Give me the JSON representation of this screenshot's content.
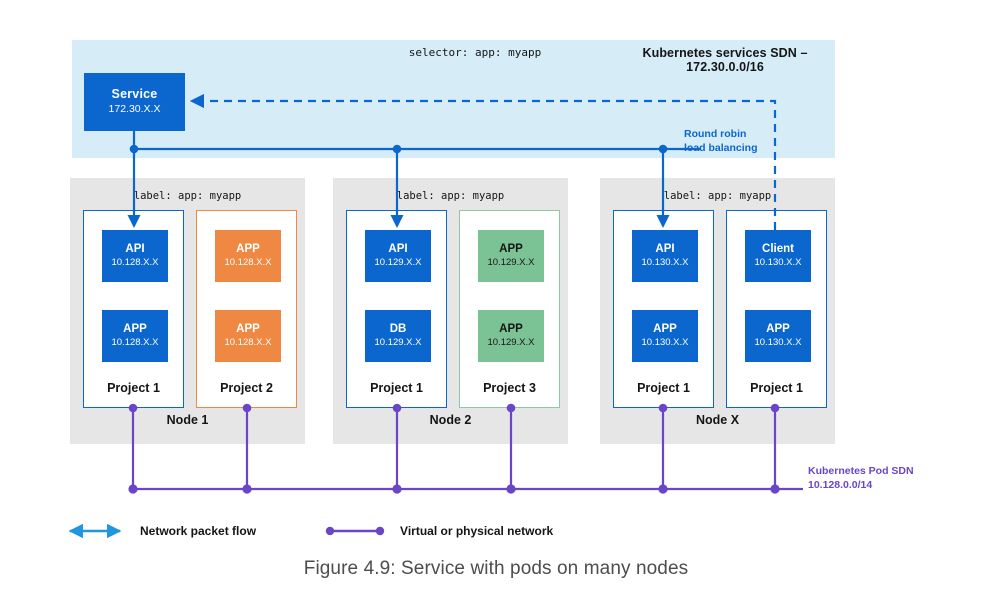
{
  "figure": {
    "caption": "Figure 4.9: Service with pods on many nodes"
  },
  "colors": {
    "service_blue": "#0b67ce",
    "pod_orange": "#ef8842",
    "pod_green": "#7bc394",
    "network_purple": "#6a45c8",
    "sdn_band": "#d6ecf7",
    "node_group": "#e6e6e6",
    "legend_arrow_blue": "#2196e0"
  },
  "services_sdn": {
    "title": "Kubernetes services SDN – 172.30.0.0/16",
    "selector": "selector: app: myapp",
    "service_box": {
      "name": "Service",
      "ip": "172.30.X.X"
    },
    "round_robin_label_line1": "Round robin",
    "round_robin_label_line2": "load balancing"
  },
  "nodes": [
    {
      "name": "Node 1",
      "selector": "label: app: myapp",
      "projects": [
        {
          "title": "Project 1",
          "color": "blue",
          "pods": [
            {
              "name": "API",
              "ip": "10.128.X.X",
              "color": "blue"
            },
            {
              "name": "APP",
              "ip": "10.128.X.X",
              "color": "blue"
            }
          ]
        },
        {
          "title": "Project 2",
          "color": "orange",
          "pods": [
            {
              "name": "APP",
              "ip": "10.128.X.X",
              "color": "orange"
            },
            {
              "name": "APP",
              "ip": "10.128.X.X",
              "color": "orange"
            }
          ]
        }
      ]
    },
    {
      "name": "Node 2",
      "selector": "label: app: myapp",
      "projects": [
        {
          "title": "Project 1",
          "color": "blue",
          "pods": [
            {
              "name": "API",
              "ip": "10.129.X.X",
              "color": "blue"
            },
            {
              "name": "DB",
              "ip": "10.129.X.X",
              "color": "blue"
            }
          ]
        },
        {
          "title": "Project 3",
          "color": "green",
          "pods": [
            {
              "name": "APP",
              "ip": "10.129.X.X",
              "color": "green"
            },
            {
              "name": "APP",
              "ip": "10.129.X.X",
              "color": "green"
            }
          ]
        }
      ]
    },
    {
      "name": "Node X",
      "selector": "label: app: myapp",
      "projects": [
        {
          "title": "Project 1",
          "color": "blue",
          "pods": [
            {
              "name": "API",
              "ip": "10.130.X.X",
              "color": "blue"
            },
            {
              "name": "APP",
              "ip": "10.130.X.X",
              "color": "blue"
            }
          ]
        },
        {
          "title": "Project 1",
          "color": "blue",
          "pods": [
            {
              "name": "Client",
              "ip": "10.130.X.X",
              "color": "blue"
            },
            {
              "name": "APP",
              "ip": "10.130.X.X",
              "color": "blue"
            }
          ]
        }
      ]
    }
  ],
  "pod_sdn": {
    "line1": "Kubernetes Pod SDN",
    "line2": "10.128.0.0/14"
  },
  "legend": {
    "items": [
      {
        "label": "Network packet flow",
        "icon": "double-arrow-icon"
      },
      {
        "label": "Virtual or physical network",
        "icon": "network-link-icon"
      }
    ]
  }
}
